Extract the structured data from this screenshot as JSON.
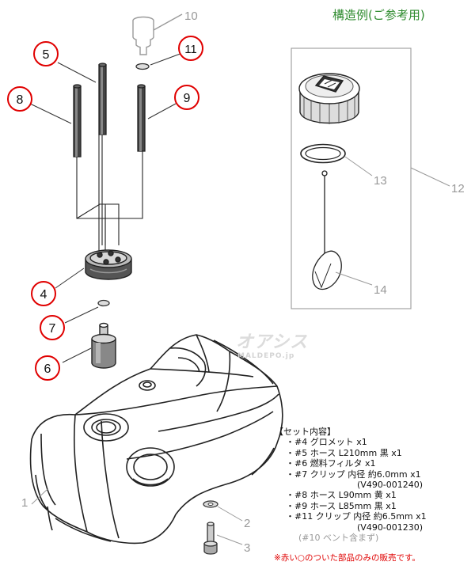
{
  "title": "構造例(ご参考用)",
  "callouts_circled": [
    "5",
    "11",
    "8",
    "9",
    "4",
    "7",
    "6"
  ],
  "callouts_plain": [
    "10",
    "12",
    "13",
    "14",
    "1",
    "2",
    "3"
  ],
  "watermark": {
    "logo_text": "オアシス",
    "site_text": "MALDEPO.jp"
  },
  "set_contents": {
    "heading": "【セット内容】",
    "items": [
      "・#4 グロメット x1",
      "・#5 ホース L210mm 黒  x1",
      "・#6 燃料フィルタ  x1",
      "・#7 クリップ 内径 約6.0mm x1",
      "(V490-001240)",
      "・#8 ホース L90mm 黄 x1",
      "・#9 ホース L85mm 黒 x1",
      "・#11 クリップ 内径 約6.5mm x1",
      "(V490-001230)"
    ],
    "note": "(#10 ベント含まず)"
  },
  "footer": "※赤い○のついた部品のみの販売です。",
  "colors": {
    "callout_circle": "#e00000",
    "title_green": "#2e8b2e",
    "plain_label": "#999999",
    "footer_red": "#e00000"
  }
}
